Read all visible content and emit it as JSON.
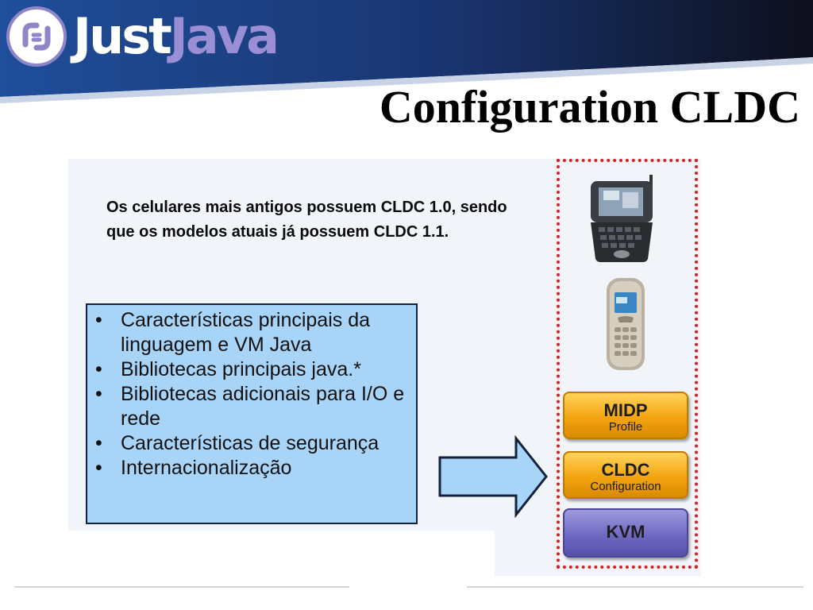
{
  "header": {
    "logo_just": "Just",
    "logo_java": "Java",
    "title": "Configuration CLDC"
  },
  "intro_text": "Os celulares mais antigos possuem CLDC 1.0, sendo que os modelos atuais já possuem CLDC 1.1.",
  "features": [
    "Características principais da linguagem e VM Java",
    "Bibliotecas principais java.*",
    "Bibliotecas adicionais para I/O e rede",
    "Características de segurança",
    "Internacionalização"
  ],
  "stack": {
    "midp": {
      "name": "MIDP",
      "sub": "Profile"
    },
    "cldc": {
      "name": "CLDC",
      "sub": "Configuration"
    },
    "kvm": {
      "name": "KVM"
    }
  },
  "colors": {
    "banner_dark": "#0d1a3f",
    "banner_blue": "#1f4e9a",
    "accent_java": "#9a8fd4",
    "feature_box": "#a8d4f8",
    "layer_orange": "#f3a510",
    "layer_purple": "#6f69c2",
    "frame_red": "#d81f1f"
  }
}
